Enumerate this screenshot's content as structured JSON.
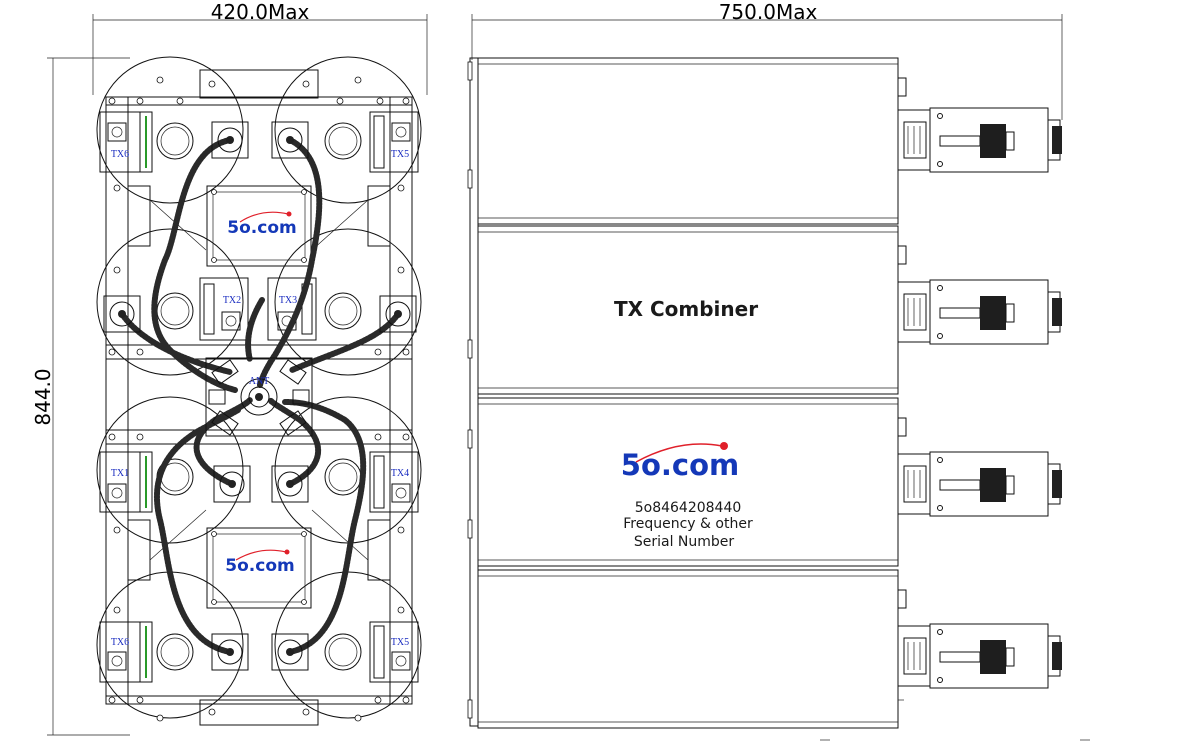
{
  "dimensions": {
    "front_width": "420.0Max",
    "side_depth": "750.0Max",
    "height": "844.0"
  },
  "front_view": {
    "ports": [
      "TX6",
      "TX5",
      "TX2",
      "TX3",
      "TX1",
      "TX4",
      "TX6",
      "TX5"
    ],
    "antenna_label": "ANT",
    "logo_top": "5o.com",
    "logo_bottom": "5o.com"
  },
  "side_view": {
    "title": "TX Combiner",
    "logo": "5o.com",
    "serial": "5o8464208440",
    "line_frequency": "Frequency & other",
    "line_serial": "Serial Number"
  },
  "colors": {
    "logo_blue": "#1438b8",
    "logo_dot": "#e0202a",
    "tx_label_blue": "#1a2cc0"
  }
}
